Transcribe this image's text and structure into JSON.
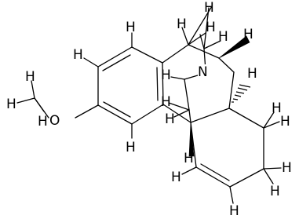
{
  "diagram": {
    "type": "skeletal-structural-formula",
    "atom_labels": {
      "h_top_right": "H",
      "n": "N",
      "h_mid_right": "H",
      "methoxy_o": "O",
      "h_bottom_left": "H",
      "h_generic": "H"
    }
  }
}
